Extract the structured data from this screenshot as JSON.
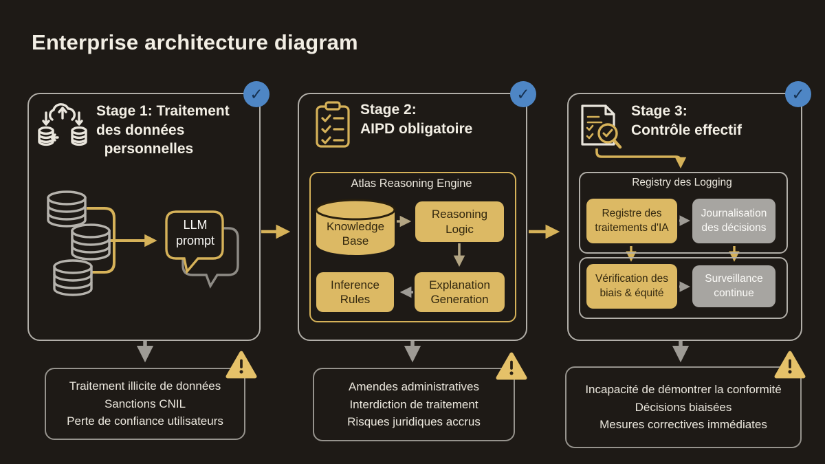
{
  "title": "Enterprise architecture diagram",
  "badge_check": "✓",
  "stage1": {
    "title": "Stage 1: Traitement\ndes données\n  personnelles",
    "bubble": "LLM\nprompt",
    "risk": "Traitement illicite de données\nSanctions CNIL\nPerte de confiance utilisateurs"
  },
  "stage2": {
    "title": "Stage 2:\nAIPD obligatoire",
    "engine_title": "Atlas Reasoning Engine",
    "knowledge_base": "Knowledge\nBase",
    "reasoning_logic": "Reasoning\nLogic",
    "inference_rules": "Inference\nRules",
    "explanation_generation": "Explanation\nGeneration",
    "risk": "Amendes administratives\nInterdiction de traitement\nRisques juridiques accrus"
  },
  "stage3": {
    "title": "Stage 3:\nContrôle effectif",
    "registry_title": "Registry des Logging",
    "registre": "Registre des\ntraitements d'IA",
    "journalisation": "Journalisation\ndes décisions",
    "verification": "Vérification des\nbiais & équité",
    "surveillance": "Surveillance\ncontinue",
    "risk": "Incapacité de démontrer la conformité\nDécisions biaisées\nMesures correctives immédiates"
  },
  "colors": {
    "background": "#1e1a16",
    "gold": "#dcb964",
    "gold_stroke": "#d6b259",
    "gray_node": "#a7a5a1",
    "blue_badge": "#4e86c5",
    "warning": "#e5c169",
    "text_light": "#f1ede3",
    "text_dark": "#32270e"
  }
}
